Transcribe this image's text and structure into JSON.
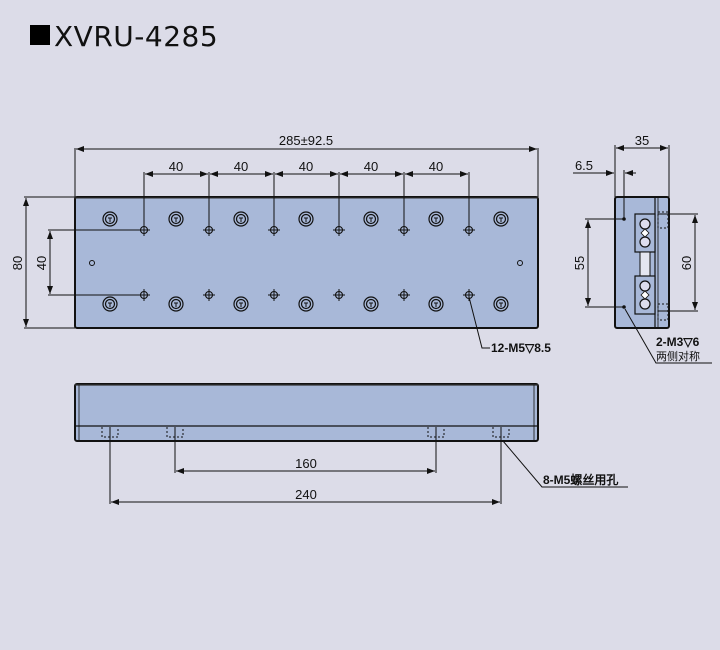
{
  "title": "XVRU-4285",
  "colors": {
    "background": "#dcdce8",
    "part_fill": "#a8b8d8",
    "line": "#111111"
  },
  "top_view": {
    "overall_length_label": "285±92.5",
    "pitch_labels": [
      "40",
      "40",
      "40",
      "40",
      "40"
    ],
    "height_label": "80",
    "hole_spacing_label": "40",
    "hole_callout": "12-M5▽8.5"
  },
  "side_view": {
    "width_label": "35",
    "offset_label": "6.5",
    "hole_spacing_label": "55",
    "outer_spacing_label": "60",
    "hole_callout": "2-M3▽6",
    "hole_callout_note": "两侧对称"
  },
  "front_view": {
    "inner_spacing_label": "160",
    "outer_spacing_label": "240",
    "hole_callout": "8-M5螺丝用孔"
  }
}
